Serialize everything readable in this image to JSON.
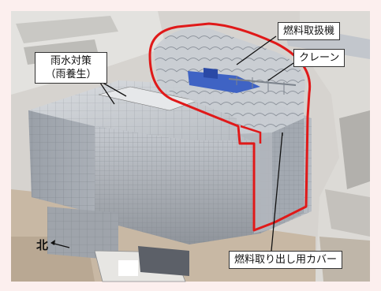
{
  "labels": {
    "rainwater_line1": "雨水対策",
    "rainwater_line2": "（雨養生）",
    "fuel_handling": "燃料取扱機",
    "crane": "クレーン",
    "cover": "燃料取り出し用カバー",
    "north": "北"
  },
  "colors": {
    "background": "#fcefee",
    "highlight": "#e01919",
    "structure": "#a8adb4",
    "ground": "#c8b8a4"
  }
}
